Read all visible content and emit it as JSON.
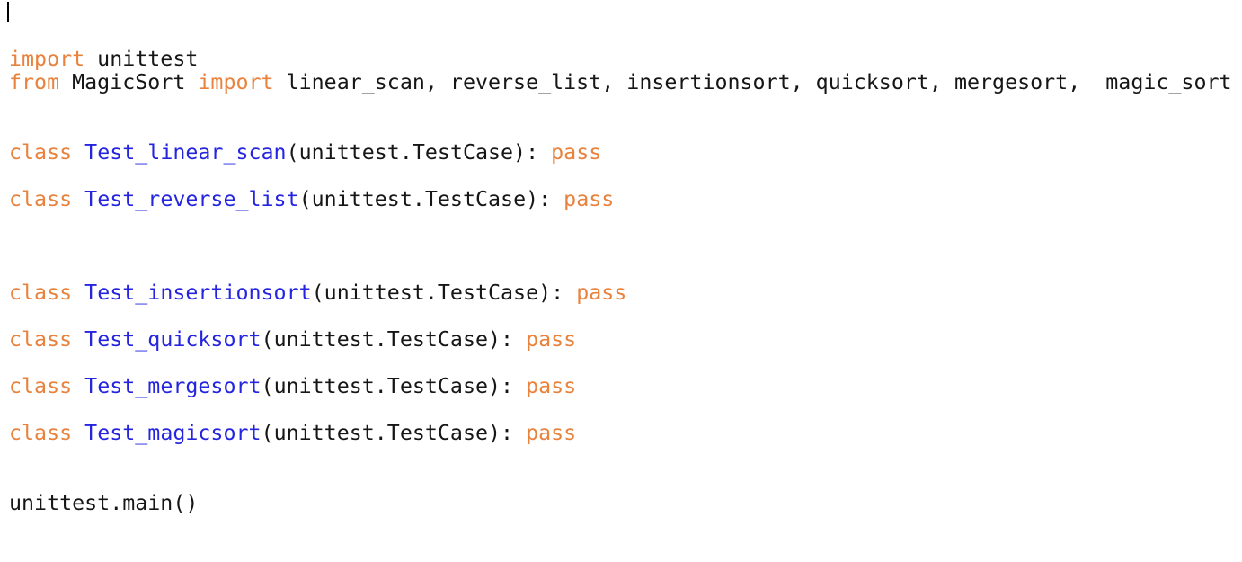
{
  "editor": {
    "background": "#ffffff",
    "colors": {
      "keyword": "#e8823d",
      "definition": "#2525e0",
      "plain": "#161616",
      "cursor": "#000000"
    },
    "cursor": {
      "visible": true,
      "line": 1,
      "column": 1
    },
    "lines": [
      {
        "segments": [
          {
            "text": "import",
            "color": "keyword"
          },
          {
            "text": " unittest",
            "color": "plain"
          }
        ]
      },
      {
        "segments": [
          {
            "text": "from",
            "color": "keyword"
          },
          {
            "text": " MagicSort ",
            "color": "plain"
          },
          {
            "text": "import",
            "color": "keyword"
          },
          {
            "text": " linear_scan, reverse_list, insertionsort, quicksort, mergesort,  magic_sort",
            "color": "plain"
          }
        ]
      },
      {
        "segments": []
      },
      {
        "segments": []
      },
      {
        "segments": [
          {
            "text": "class",
            "color": "keyword"
          },
          {
            "text": " ",
            "color": "plain"
          },
          {
            "text": "Test_linear_scan",
            "color": "definition"
          },
          {
            "text": "(unittest.TestCase): ",
            "color": "plain"
          },
          {
            "text": "pass",
            "color": "keyword"
          }
        ]
      },
      {
        "segments": []
      },
      {
        "segments": [
          {
            "text": "class",
            "color": "keyword"
          },
          {
            "text": " ",
            "color": "plain"
          },
          {
            "text": "Test_reverse_list",
            "color": "definition"
          },
          {
            "text": "(unittest.TestCase): ",
            "color": "plain"
          },
          {
            "text": "pass",
            "color": "keyword"
          }
        ]
      },
      {
        "segments": []
      },
      {
        "segments": []
      },
      {
        "segments": []
      },
      {
        "segments": [
          {
            "text": "class",
            "color": "keyword"
          },
          {
            "text": " ",
            "color": "plain"
          },
          {
            "text": "Test_insertionsort",
            "color": "definition"
          },
          {
            "text": "(unittest.TestCase): ",
            "color": "plain"
          },
          {
            "text": "pass",
            "color": "keyword"
          }
        ]
      },
      {
        "segments": []
      },
      {
        "segments": [
          {
            "text": "class",
            "color": "keyword"
          },
          {
            "text": " ",
            "color": "plain"
          },
          {
            "text": "Test_quicksort",
            "color": "definition"
          },
          {
            "text": "(unittest.TestCase): ",
            "color": "plain"
          },
          {
            "text": "pass",
            "color": "keyword"
          }
        ]
      },
      {
        "segments": []
      },
      {
        "segments": [
          {
            "text": "class",
            "color": "keyword"
          },
          {
            "text": " ",
            "color": "plain"
          },
          {
            "text": "Test_mergesort",
            "color": "definition"
          },
          {
            "text": "(unittest.TestCase): ",
            "color": "plain"
          },
          {
            "text": "pass",
            "color": "keyword"
          }
        ]
      },
      {
        "segments": []
      },
      {
        "segments": [
          {
            "text": "class",
            "color": "keyword"
          },
          {
            "text": " ",
            "color": "plain"
          },
          {
            "text": "Test_magicsort",
            "color": "definition"
          },
          {
            "text": "(unittest.TestCase): ",
            "color": "plain"
          },
          {
            "text": "pass",
            "color": "keyword"
          }
        ]
      },
      {
        "segments": []
      },
      {
        "segments": []
      },
      {
        "segments": [
          {
            "text": "unittest.main()",
            "color": "plain"
          }
        ]
      }
    ]
  }
}
